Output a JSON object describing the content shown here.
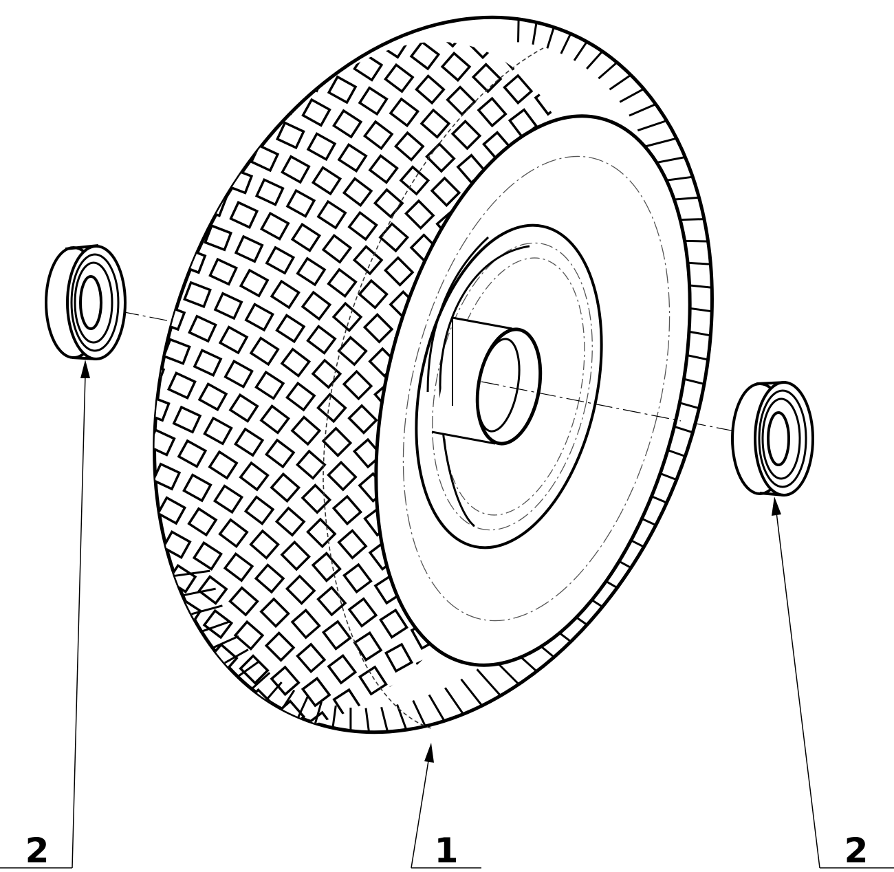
{
  "callouts": {
    "left": "2",
    "center": "1",
    "right": "2"
  },
  "colors": {
    "ink": "#000000",
    "paper": "#ffffff",
    "hidden_line": "#555555"
  }
}
